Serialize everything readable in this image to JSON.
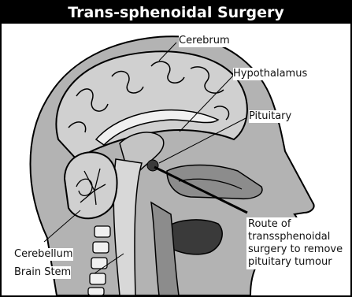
{
  "title": "Trans-sphenoidal Surgery",
  "labels": {
    "cerebrum": "Cerebrum",
    "hypothalamus": "Hypothalamus",
    "pituitary": "Pituitary",
    "cerebellum": "Cerebellum",
    "brain_stem": "Brain Stem",
    "route": [
      "Route of",
      "transsphenoidal",
      "surgery to remove",
      "pituitary tumour"
    ]
  },
  "colors": {
    "title_bg": "#000000",
    "title_text": "#ffffff",
    "skin": "#b3b3b3",
    "brain": "#d0d0d0",
    "tissue": "#8c8c8c",
    "dark": "#3a3a3a",
    "outline": "#000000"
  }
}
